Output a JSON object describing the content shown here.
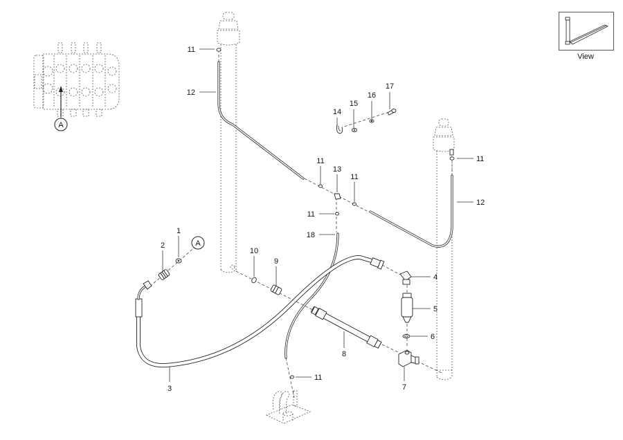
{
  "view_thumbnail": {
    "label": "View",
    "icon": "fork-view-icon"
  },
  "reference_marker": {
    "letter": "A"
  },
  "callouts": [
    {
      "id": "c1",
      "number": "1"
    },
    {
      "id": "c2",
      "number": "2"
    },
    {
      "id": "c3",
      "number": "3"
    },
    {
      "id": "c4",
      "number": "4"
    },
    {
      "id": "c5",
      "number": "5"
    },
    {
      "id": "c6",
      "number": "6"
    },
    {
      "id": "c7",
      "number": "7"
    },
    {
      "id": "c8",
      "number": "8"
    },
    {
      "id": "c9",
      "number": "9"
    },
    {
      "id": "c10",
      "number": "10"
    },
    {
      "id": "c11a",
      "number": "11"
    },
    {
      "id": "c11b",
      "number": "11"
    },
    {
      "id": "c11c",
      "number": "11"
    },
    {
      "id": "c11d",
      "number": "11"
    },
    {
      "id": "c11e",
      "number": "11"
    },
    {
      "id": "c11f",
      "number": "11"
    },
    {
      "id": "c12a",
      "number": "12"
    },
    {
      "id": "c12b",
      "number": "12"
    },
    {
      "id": "c13",
      "number": "13"
    },
    {
      "id": "c14",
      "number": "14"
    },
    {
      "id": "c15",
      "number": "15"
    },
    {
      "id": "c16",
      "number": "16"
    },
    {
      "id": "c17",
      "number": "17"
    },
    {
      "id": "c18",
      "number": "18"
    }
  ],
  "colors": {
    "line": "#222222",
    "background": "#ffffff"
  }
}
